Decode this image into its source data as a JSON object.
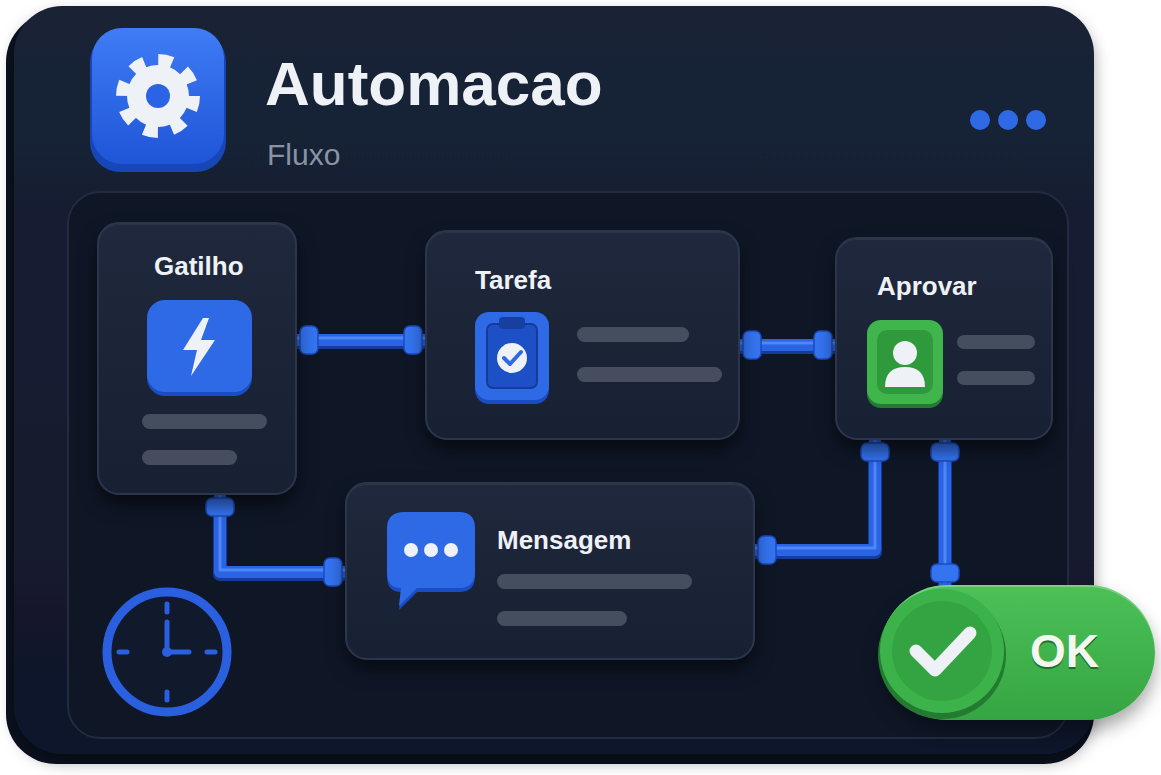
{
  "diagram": {
    "title": "Automacao",
    "nodes": [
      {
        "text": [
          "Gatilho"
        ]
      },
      {
        "text": [
          "Tarefa"
        ]
      },
      {
        "text": [
          "Aprovar"
        ]
      },
      {
        "text": [
          "Mensagem"
        ]
      },
      {
        "text": [
          "OK"
        ]
      }
    ],
    "edges": [
      {
        "from": 0,
        "to": 1,
        "arrow": "none"
      },
      {
        "from": 1,
        "to": 2,
        "arrow": "none"
      },
      {
        "from": 0,
        "to": 3,
        "arrow": "none"
      },
      {
        "from": 3,
        "to": 2,
        "arrow": "none"
      },
      {
        "from": 2,
        "to": 4,
        "arrow": "none"
      }
    ],
    "labels": [
      "Fluxo"
    ]
  }
}
